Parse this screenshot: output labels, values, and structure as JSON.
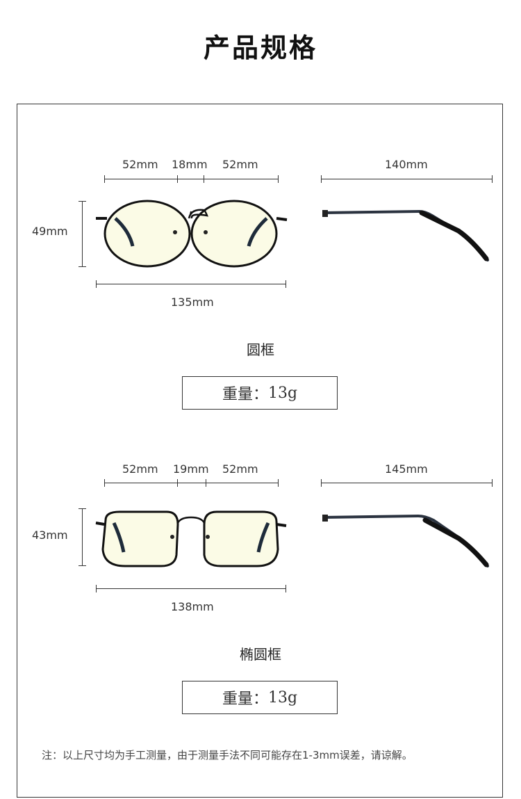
{
  "title": "产品规格",
  "products": [
    {
      "lens_width": "52mm",
      "bridge_width": "18mm",
      "lens_width_right": "52mm",
      "temple_length": "140mm",
      "lens_height": "49mm",
      "frame_width": "135mm",
      "style_name": "圆框",
      "weight_label": "重量：",
      "weight_value": "13g"
    },
    {
      "lens_width": "52mm",
      "bridge_width": "19mm",
      "lens_width_right": "52mm",
      "temple_length": "145mm",
      "lens_height": "43mm",
      "frame_width": "138mm",
      "style_name": "椭圆框",
      "weight_label": "重量：",
      "weight_value": "13g"
    }
  ],
  "note": "注：以上尺寸均为手工测量，由于测量手法不同可能存在1-3mm误差，请谅解。",
  "colors": {
    "lens_tint": "#fbfbe6",
    "frame": "#111111",
    "line": "#333333"
  }
}
